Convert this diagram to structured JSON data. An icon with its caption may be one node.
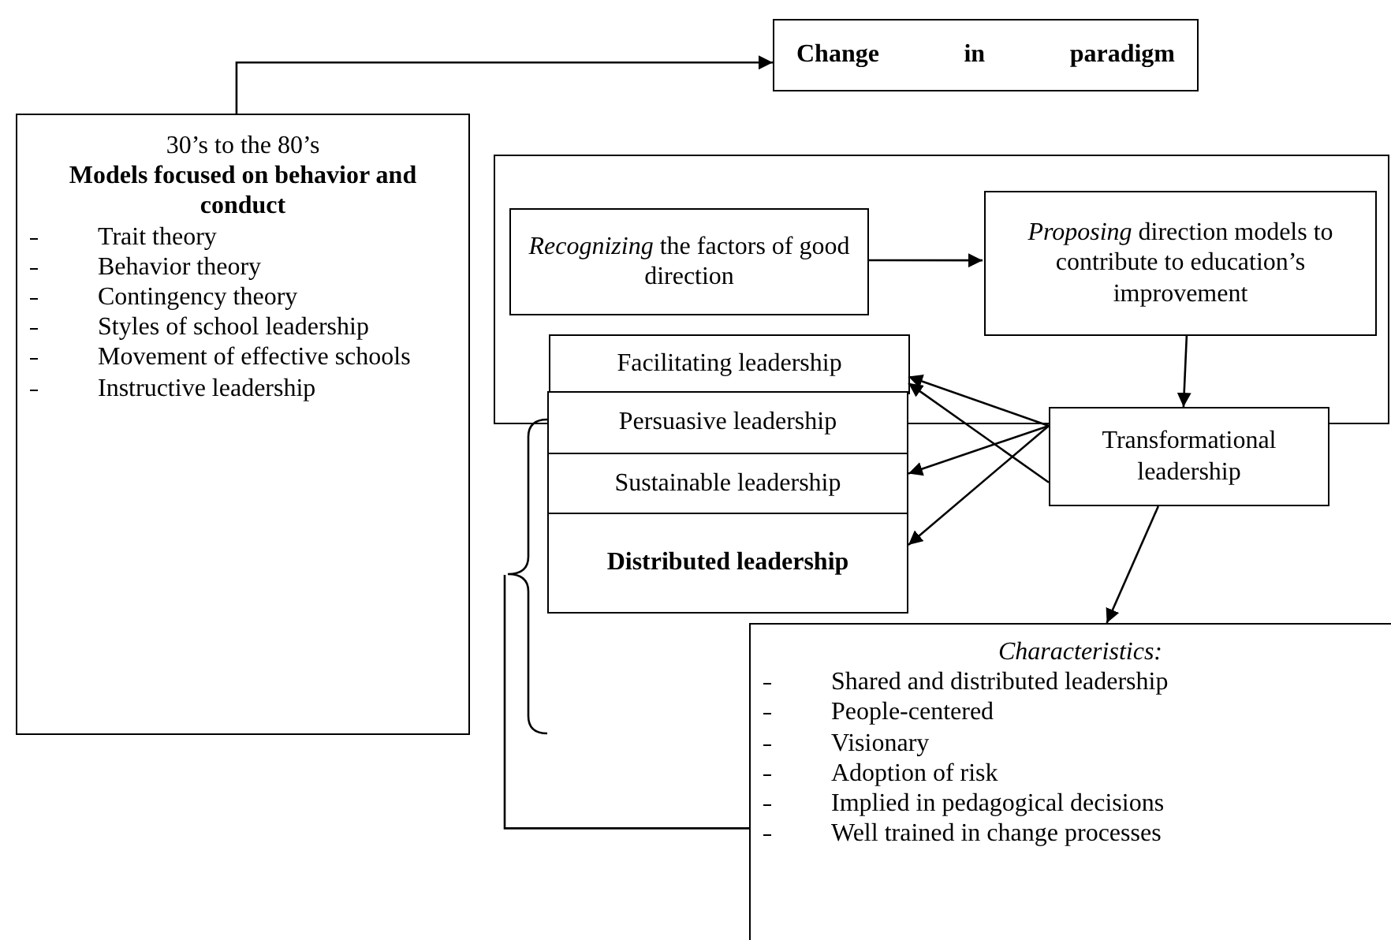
{
  "diagram": {
    "nodes": [
      {
        "text": [
          "Change in paradigm"
        ]
      },
      {
        "text": [
          "30’s to the 80’s",
          "Models focused on behavior and conduct",
          "Trait theory",
          "Behavior theory",
          "Contingency theory",
          "Styles of school leadership",
          "Movement of effective schools",
          "Instructive leadership"
        ]
      },
      {
        "text": [],
        "shape": "box"
      },
      {
        "text": [
          "*Recognizing* the factors of good direction"
        ],
        "in": 2
      },
      {
        "text": [
          "*Proposing* direction models to contribute to education’s improvement"
        ],
        "in": 2
      },
      {
        "text": [
          "Facilitating leadership"
        ],
        "in": 2
      },
      {
        "text": [
          "Persuasive leadership"
        ]
      },
      {
        "text": [
          "Sustainable leadership"
        ]
      },
      {
        "text": [
          "Distributed leadership"
        ]
      },
      {
        "text": [
          "Transformational leadership"
        ]
      },
      {
        "text": [],
        "shape": "bracket"
      },
      {
        "text": [
          "Characteristics:",
          "Shared and distributed leadership",
          "People-centered",
          "Visionary",
          "Adoption of risk",
          "Implied in pedagogical decisions",
          "Well trained in change processes"
        ]
      }
    ],
    "edges": [
      {
        "from": 1,
        "to": 0,
        "arrow": "to"
      },
      {
        "from": 3,
        "to": 4,
        "arrow": "to"
      },
      {
        "from": 4,
        "to": 9,
        "arrow": "to"
      },
      {
        "from": 9,
        "to": 5,
        "arrow": "to"
      },
      {
        "from": 9,
        "to": 5,
        "arrow": "to"
      },
      {
        "from": 9,
        "to": 7,
        "arrow": "to"
      },
      {
        "from": 9,
        "to": 8,
        "arrow": "to"
      },
      {
        "from": 9,
        "to": 11,
        "arrow": "to"
      },
      {
        "from": 10,
        "to": 11,
        "arrow": "none"
      }
    ]
  }
}
